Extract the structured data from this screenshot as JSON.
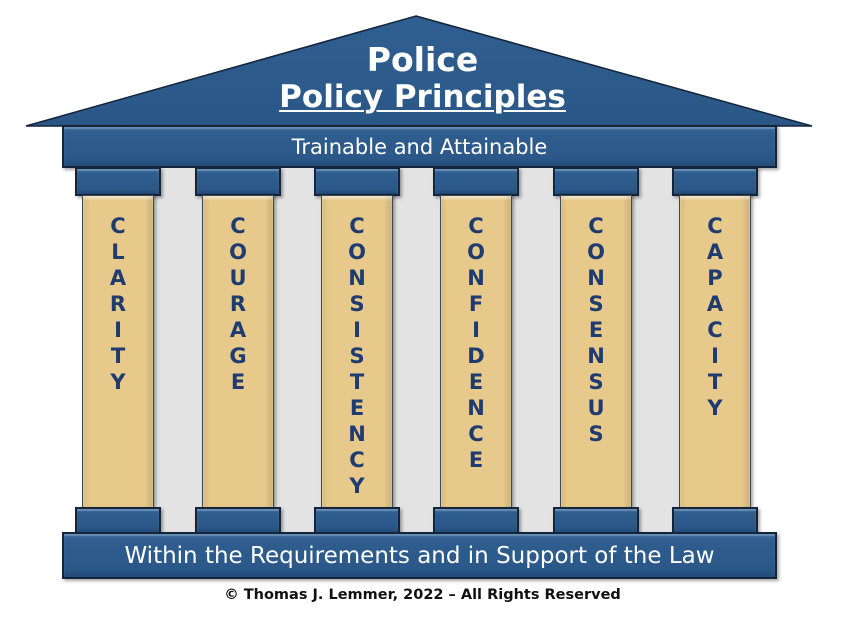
{
  "title": {
    "line1": "Police",
    "line2": "Policy Principles"
  },
  "entablature": {
    "text": "Trainable and Attainable"
  },
  "pillars": [
    {
      "word": "CLARITY",
      "letters": [
        "C",
        "L",
        "A",
        "R",
        "I",
        "T",
        "Y"
      ]
    },
    {
      "word": "COURAGE",
      "letters": [
        "C",
        "O",
        "U",
        "R",
        "A",
        "G",
        "E"
      ]
    },
    {
      "word": "CONSISTENCY",
      "letters": [
        "C",
        "O",
        "N",
        "S",
        "I",
        "S",
        "T",
        "E",
        "N",
        "C",
        "Y"
      ]
    },
    {
      "word": "CONFIDENCE",
      "letters": [
        "C",
        "O",
        "N",
        "F",
        "I",
        "D",
        "E",
        "N",
        "C",
        "E"
      ]
    },
    {
      "word": "CONSENSUS",
      "letters": [
        "C",
        "O",
        "N",
        "S",
        "E",
        "N",
        "S",
        "U",
        "S"
      ]
    },
    {
      "word": "CAPACITY",
      "letters": [
        "C",
        "A",
        "P",
        "A",
        "C",
        "I",
        "T",
        "Y"
      ]
    }
  ],
  "foundation": {
    "text": "Within the Requirements and in Support of the Law"
  },
  "copyright": "© Thomas J. Lemmer, 2022 – All Rights Reserved",
  "colors": {
    "blue": "#2e5d8e",
    "dark_outline": "#14243a",
    "pillar_tan": "#e6c98b",
    "letter_navy": "#1f3b6f",
    "colonnade_gray": "#e3e3e3",
    "text_white": "#ffffff"
  }
}
